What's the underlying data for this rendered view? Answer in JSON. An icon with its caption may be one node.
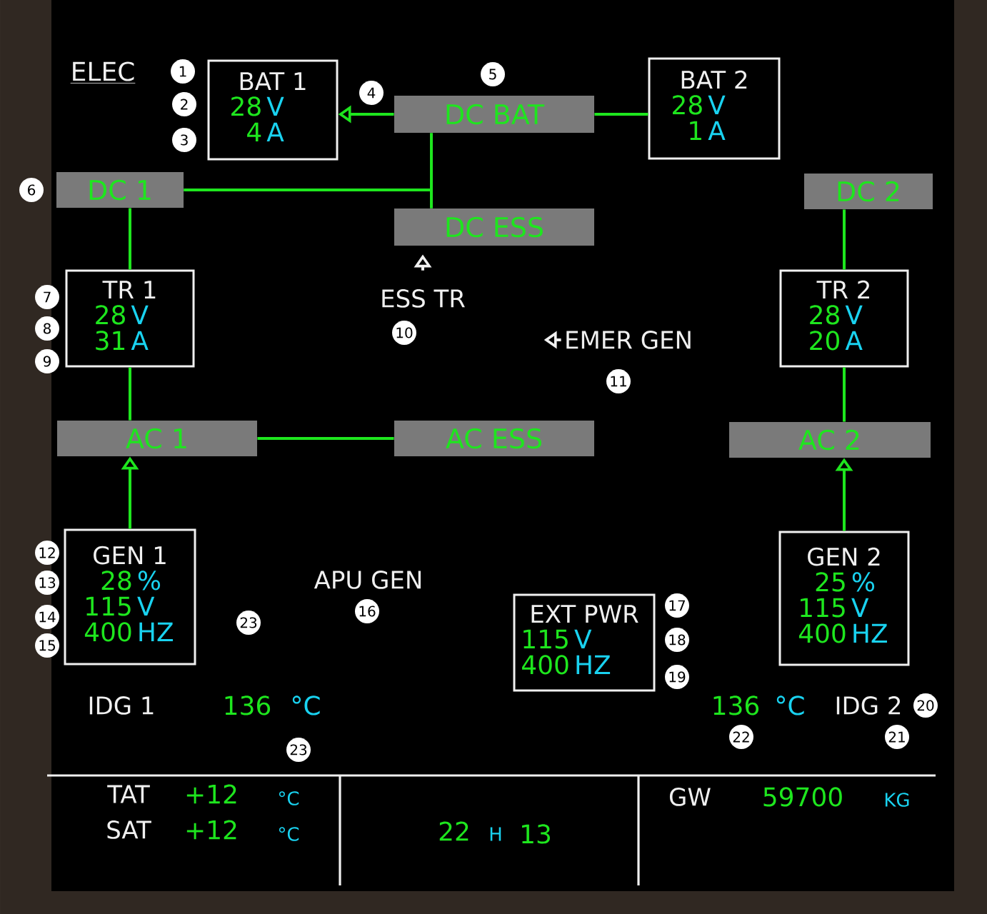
{
  "diagram": {
    "title": "ELEC",
    "nodes": [
      {
        "text": [
          "BAT 1",
          "28",
          "V",
          "4",
          "A"
        ]
      },
      {
        "text": [
          "DC BAT"
        ]
      },
      {
        "text": [
          "BAT 2",
          "28",
          "V",
          "1",
          "A"
        ]
      },
      {
        "text": [
          "DC 1"
        ]
      },
      {
        "text": [
          "DC ESS"
        ]
      },
      {
        "text": [
          "DC 2"
        ]
      },
      {
        "text": [
          "TR 1",
          "28",
          "V",
          "31",
          "A"
        ]
      },
      {
        "text": [
          "TR 2",
          "28",
          "V",
          "20",
          "A"
        ]
      },
      {
        "text": [
          "ESS TR"
        ]
      },
      {
        "text": [
          "EMER GEN"
        ]
      },
      {
        "text": [
          "AC 1"
        ]
      },
      {
        "text": [
          "AC ESS"
        ]
      },
      {
        "text": [
          "AC 2"
        ]
      },
      {
        "text": [
          "GEN 1",
          "28",
          "%",
          "115",
          "V",
          "400",
          "HZ"
        ]
      },
      {
        "text": [
          "GEN 2",
          "25",
          "%",
          "115",
          "V",
          "400",
          "HZ"
        ]
      },
      {
        "text": [
          "EXT PWR",
          "115",
          "V",
          "400",
          "HZ"
        ]
      }
    ],
    "edges": [
      {
        "from": 1,
        "to": 0,
        "arrow": "to"
      },
      {
        "from": 1,
        "to": 2,
        "arrow": "none"
      },
      {
        "from": 1,
        "to": 4,
        "arrow": "none"
      },
      {
        "from": 3,
        "to": 1,
        "arrow": "none"
      },
      {
        "from": 3,
        "to": 4,
        "arrow": "none"
      },
      {
        "from": 3,
        "to": 6,
        "arrow": "none"
      },
      {
        "from": 5,
        "to": 7,
        "arrow": "none"
      },
      {
        "from": 8,
        "to": 4,
        "arrow": "to",
        "color": "#f0f0f0"
      },
      {
        "from": 9,
        "to": null,
        "arrow": "to",
        "color": "#f0f0f0"
      },
      {
        "from": 6,
        "to": 10,
        "arrow": "none"
      },
      {
        "from": 10,
        "to": 11,
        "arrow": "none"
      },
      {
        "from": 7,
        "to": 12,
        "arrow": "none"
      },
      {
        "from": 13,
        "to": 10,
        "arrow": "to"
      },
      {
        "from": 14,
        "to": 12,
        "arrow": "to"
      }
    ],
    "labels": [
      "1",
      "5",
      "4",
      "2",
      "3",
      "6",
      "7",
      "8",
      "10",
      "9",
      "11",
      "12",
      "APU GEN",
      "13",
      "17",
      "16",
      "14",
      "23",
      "18",
      "15",
      "19",
      "IDG 1",
      "136",
      "°C",
      "136",
      "°C",
      "IDG 2",
      "20",
      "22",
      "21",
      "23",
      "TAT",
      "+12",
      "°C",
      "GW",
      "59700",
      "KG",
      "SAT",
      "+12",
      "°C",
      "22",
      "H",
      "13"
    ]
  }
}
